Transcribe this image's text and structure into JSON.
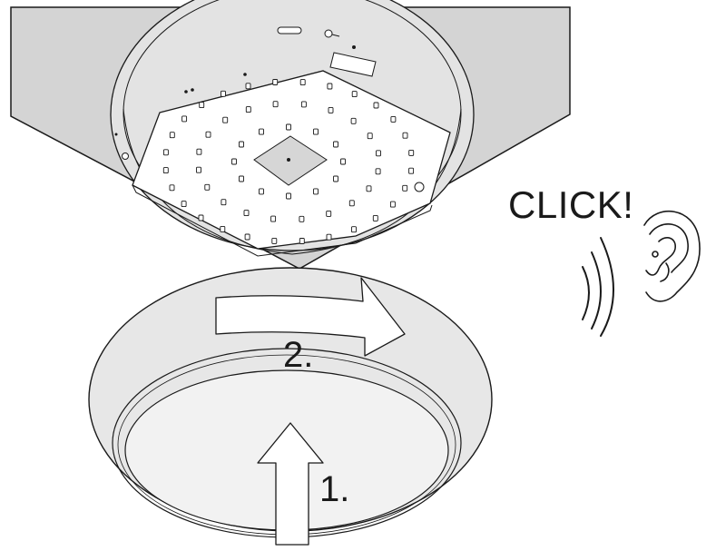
{
  "labels": {
    "sound_effect": "CLICK!",
    "step_rotate": "2.",
    "step_push": "1."
  },
  "colors": {
    "ceiling": "#d4d4d4",
    "outline": "#1a1a1a",
    "shade": "#e7e7e7",
    "diffuser": "#f2f2f2",
    "arrow_fill": "#ffffff"
  },
  "icons": {
    "ear": "ear-icon",
    "sound_waves": "sound-waves-icon",
    "rotate_arrow": "curved-arrow-right-icon",
    "push_arrow": "arrow-up-icon"
  }
}
